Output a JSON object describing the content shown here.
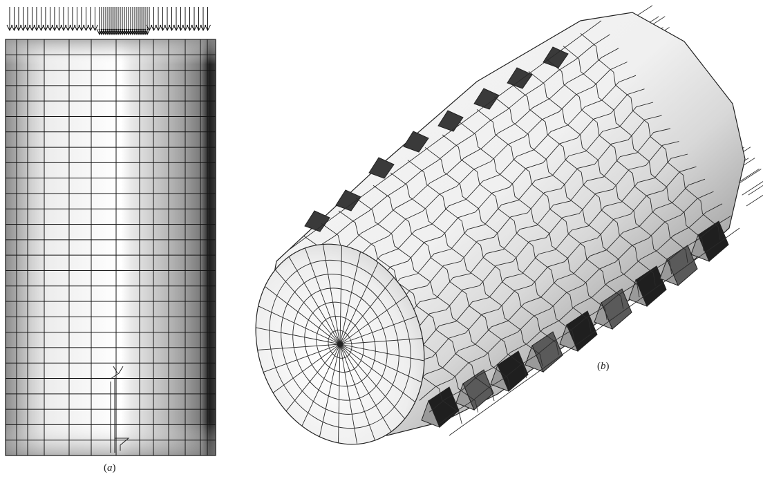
{
  "figure": {
    "panels": [
      {
        "id": "a",
        "label_open": "(",
        "label_letter": "a",
        "label_close": ")"
      },
      {
        "id": "b",
        "label_open": "(",
        "label_letter": "b",
        "label_close": ")"
      }
    ],
    "shading": {
      "background": "#ffffff",
      "mesh_line": "#141414",
      "light": "#f2f2f2",
      "mid": "#bdbdbd",
      "dark": "#3a3a3a"
    }
  }
}
